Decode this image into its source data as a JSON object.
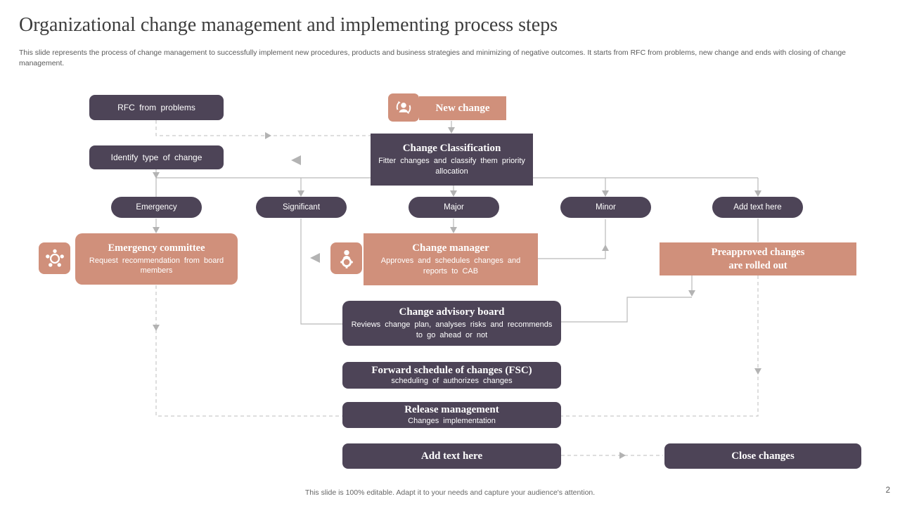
{
  "slide": {
    "title": "Organizational change management and implementing process steps",
    "subtitle": "This slide represents the process of change management to successfully implement new procedures, products and business strategies and minimizing of negative outcomes. It starts from RFC from problems, new change and ends with closing of change management.",
    "footer": "This slide is 100% editable. Adapt it to your needs and capture your audience's attention.",
    "page_number": "2"
  },
  "colors": {
    "dark_box": "#4d4457",
    "salmon_box": "#d0907b",
    "solid_line": "#b9b9b9",
    "dashed_line": "#c9c9c9",
    "title_text": "#3d3d3d",
    "body_text": "#5a5a5a"
  },
  "nodes": {
    "rfc": {
      "label": "RFC from problems"
    },
    "new_change": {
      "label": "New change",
      "icon": "person-refresh-icon"
    },
    "identify": {
      "label": "Identify type of change"
    },
    "classification": {
      "title": "Change Classification",
      "desc": "Fitter changes and classify them priority allocation"
    },
    "pills": [
      {
        "label": "Emergency"
      },
      {
        "label": "Significant"
      },
      {
        "label": "Major"
      },
      {
        "label": "Minor"
      },
      {
        "label": "Add text here"
      }
    ],
    "emergency_committee": {
      "title": "Emergency committee",
      "desc": "Request recommendation from board members",
      "icon": "committee-people-icon"
    },
    "change_manager": {
      "title": "Change manager",
      "desc": "Approves and schedules changes and reports to CAB",
      "icon": "person-gear-icon"
    },
    "preapproved": {
      "title": "Preapproved changes\nare rolled out"
    },
    "advisory_board": {
      "title": "Change advisory board",
      "desc": "Reviews change plan, analyses risks and recommends to go ahead or not"
    },
    "fsc": {
      "title": "Forward schedule of changes (FSC)",
      "desc": "scheduling of authorizes changes"
    },
    "release": {
      "title": "Release management",
      "desc": "Changes implementation"
    },
    "add_text": {
      "title": "Add text here"
    },
    "close": {
      "title": "Close changes"
    }
  }
}
